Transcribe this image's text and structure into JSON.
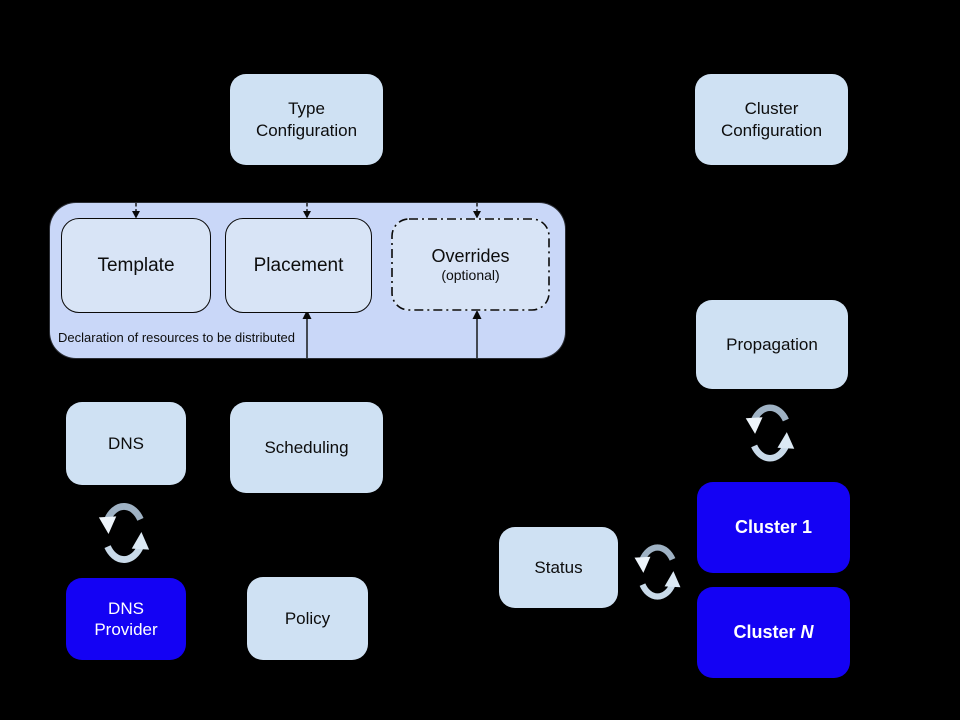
{
  "colors": {
    "bg": "#000000",
    "light_box": "#cfe1f3",
    "container": "#c9d7f8",
    "inner_box": "#d8e4f6",
    "blue_box": "#1402f4",
    "text_dark": "#0d0d0d",
    "text_light": "#ffffff",
    "stroke": "#0a0a0a",
    "sync_arc_top": "#9fb2c4",
    "sync_arc_bottom": "#c9dae9",
    "sync_head_a": "#eef5fb",
    "sync_head_b": "#dce9f4"
  },
  "nodes": {
    "type_config": {
      "line1": "Type",
      "line2": "Configuration"
    },
    "cluster_config": {
      "line1": "Cluster",
      "line2": "Configuration"
    },
    "resource_group": {
      "template": "Template",
      "placement": "Placement",
      "overrides": "Overrides",
      "overrides_note": "(optional)",
      "caption": "Declaration of resources to be distributed"
    },
    "dns": "DNS",
    "scheduling": "Scheduling",
    "dns_provider": {
      "line1": "DNS",
      "line2": "Provider"
    },
    "policy": "Policy",
    "propagation": "Propagation",
    "status": "Status",
    "cluster_1": {
      "prefix": "Cluster",
      "suffix": "1"
    },
    "cluster_n": {
      "prefix": "Cluster",
      "suffix": "N"
    }
  },
  "icons": {
    "sync": "sync-icon"
  }
}
